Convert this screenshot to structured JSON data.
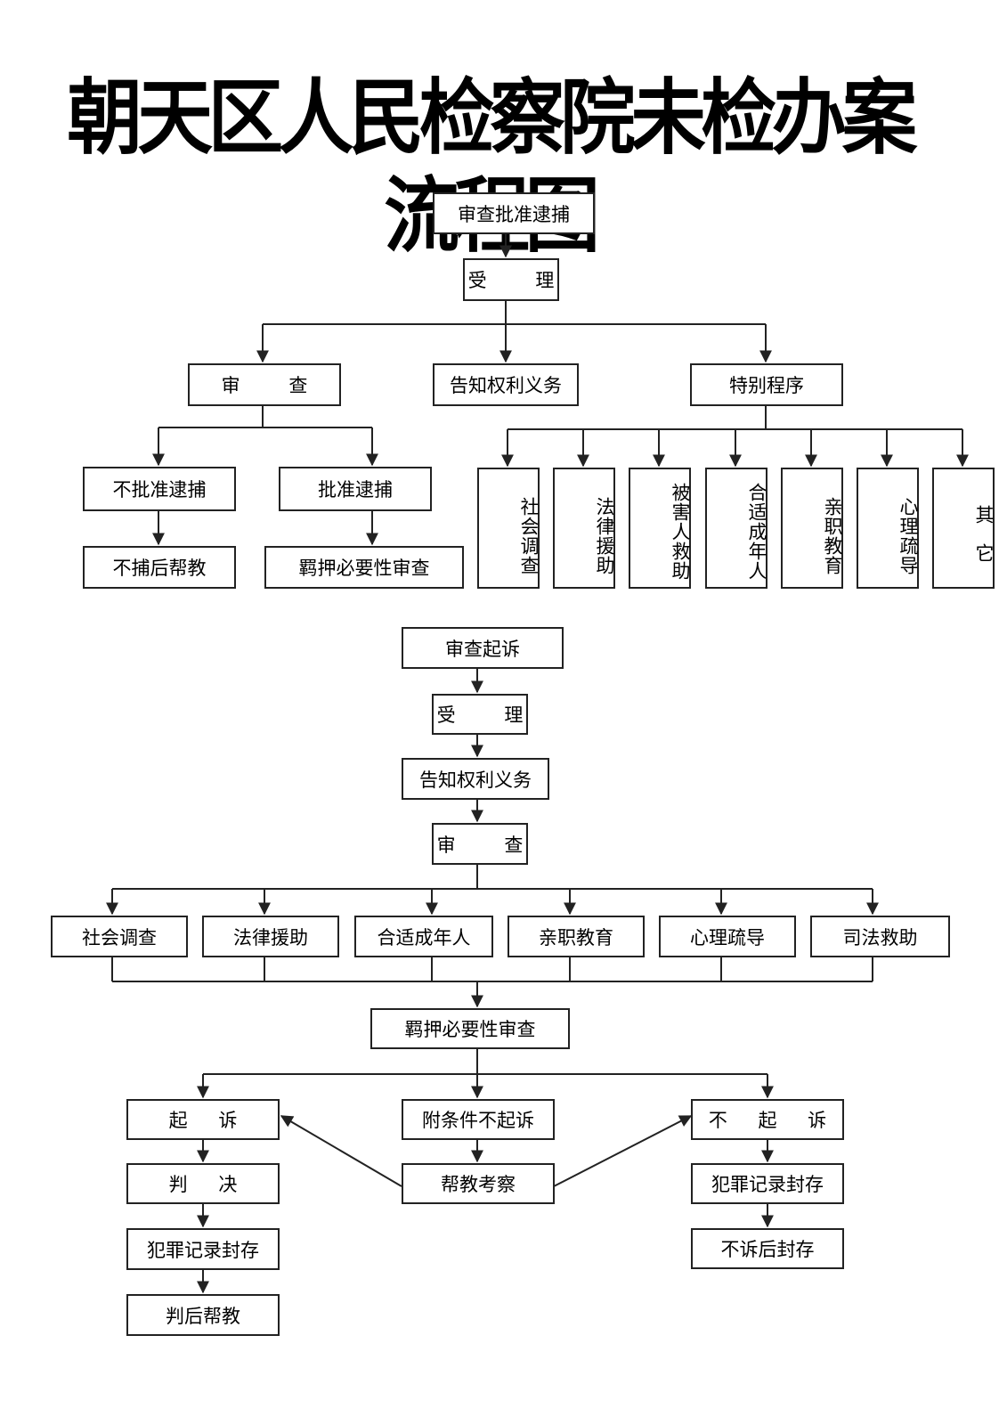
{
  "title": "朝天区人民检察院未检办案流程图",
  "arrest": {
    "root": "审查批准逮捕",
    "accept": "受 理",
    "review": "审 查",
    "notify": "告知权利义务",
    "special": "特别程序",
    "no_arrest": "不批准逮捕",
    "approve_arrest": "批准逮捕",
    "after_no_arrest": "不捕后帮教",
    "custody_review": "羁押必要性审查",
    "special_items": [
      "社会调查",
      "法律援助",
      "被害人救助",
      "合适成年人",
      "亲职教育",
      "心理疏导",
      "其它"
    ]
  },
  "prosecution": {
    "root": "审查起诉",
    "accept": "受 理",
    "notify": "告知权利义务",
    "review": "审 查",
    "measures": [
      "社会调查",
      "法律援助",
      "合适成年人",
      "亲职教育",
      "心理疏导",
      "司法救助"
    ],
    "custody_review": "羁押必要性审查",
    "prosecute": "起 诉",
    "conditional": "附条件不起诉",
    "not_prosecute": "不 起 诉",
    "judgment": "判 决",
    "record_seal_left": "犯罪记录封存",
    "after_judgment": "判后帮教",
    "probation": "帮教考察",
    "record_seal_right": "犯罪记录封存",
    "after_not_prosecute": "不诉后封存"
  }
}
